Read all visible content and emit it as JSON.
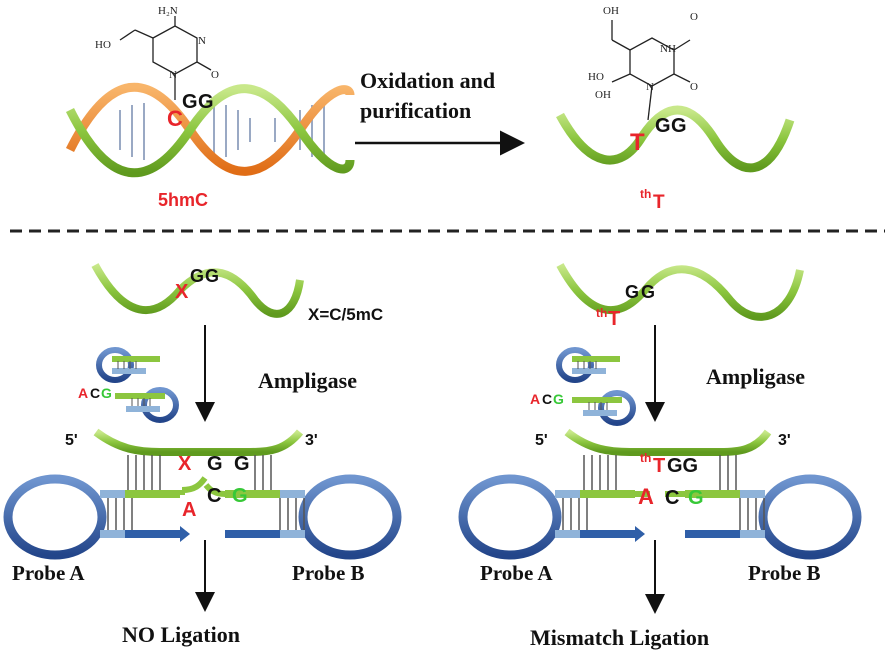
{
  "top": {
    "reaction": {
      "line1": "Oxidation and",
      "line2": "purification"
    },
    "left_label": "5hmC",
    "right_label_sup": "th",
    "right_label_base": "T",
    "left_molecule": {
      "atom_nh2": "H₂N",
      "atom_ho": "HO",
      "atom_n": "N",
      "atom_o": "O"
    },
    "right_molecule": {
      "atom_oh1": "OH",
      "atom_oh2": "OH",
      "atom_ho": "HO",
      "atom_nh": "NH",
      "atom_n": "N",
      "atom_o1": "O",
      "atom_o2": "O"
    },
    "left_strand": {
      "x": "C",
      "g1": "G",
      "g2": "G"
    },
    "right_strand": {
      "x": "T",
      "g1": "G",
      "g2": "G"
    }
  },
  "bottom_left": {
    "template_x": "X",
    "template_g1": "G",
    "template_g2": "G",
    "legend": "X=C/5mC",
    "enzyme": "Ampligase",
    "probe_small_a": "A",
    "probe_small_c": "C",
    "probe_small_g": "G",
    "five_prime": "5'",
    "three_prime": "3'",
    "duplex_top": {
      "x": "X",
      "g1": "G",
      "g2": "G"
    },
    "duplex_bottom": {
      "a": "A",
      "c": "C",
      "g": "G"
    },
    "probe_a": "Probe A",
    "probe_b": "Probe B",
    "result": "NO  Ligation"
  },
  "bottom_right": {
    "template_sup": "th",
    "template_t": "T",
    "template_g1": "G",
    "template_g2": "G",
    "enzyme": "Ampligase",
    "probe_small_a": "A",
    "probe_small_c": "C",
    "probe_small_g": "G",
    "five_prime": "5'",
    "three_prime": "3'",
    "duplex_top": {
      "sup": "th",
      "t": "T",
      "gg": "GG"
    },
    "duplex_bottom": {
      "a": "A",
      "c": "C",
      "g": "G"
    },
    "probe_a": "Probe A",
    "probe_b": "Probe B",
    "result": "Mismatch Ligation"
  },
  "colors": {
    "red": "#e8252b",
    "green_strand": "#8cc63f",
    "orange_strand": "#f0862d",
    "blue_loop": "#2f5fa8",
    "light_blue": "#8fb3d9",
    "bright_green": "#37c837"
  }
}
